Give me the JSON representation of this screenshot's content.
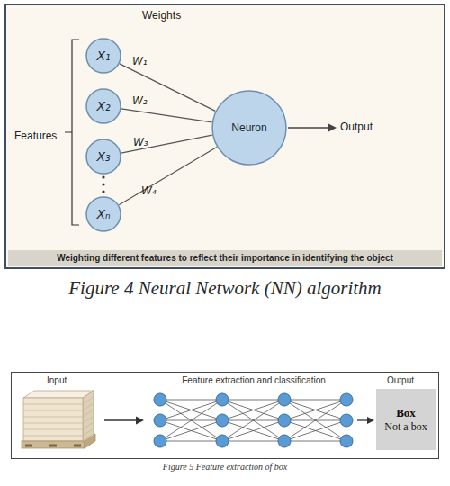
{
  "diagram": {
    "nodes": [
      {
        "text": [
          "Weights",
          "Features",
          "Output"
        ]
      },
      {
        "text": [
          "X₁"
        ],
        "in": 0
      },
      {
        "text": [
          "X₂"
        ],
        "in": 0
      },
      {
        "text": [
          "X₃"
        ],
        "in": 0
      },
      {
        "text": [
          "Xₙ"
        ],
        "in": 0
      },
      {
        "text": [
          "Neuron"
        ],
        "in": 0
      },
      {
        "text": [
          "Weighting different features to reflect their importance in identifying the object"
        ],
        "in": 0
      },
      {
        "text": [
          "Input",
          "Feature extraction and classification",
          "Output"
        ]
      },
      {
        "text": [
          "Box",
          "Not a box"
        ],
        "in": 7
      }
    ],
    "edges": [
      {
        "from": 1,
        "to": 5,
        "label": "W₁",
        "arrow": "none"
      },
      {
        "from": 2,
        "to": 5,
        "label": "W₂",
        "arrow": "none"
      },
      {
        "from": 3,
        "to": 5,
        "label": "W₃",
        "arrow": "none"
      },
      {
        "from": 4,
        "to": 5,
        "label": "W₄",
        "arrow": "none"
      }
    ],
    "labels": [
      "Figure 4 Neural Network (NN) algorithm",
      "Figure 5 Feature extraction of box"
    ]
  }
}
